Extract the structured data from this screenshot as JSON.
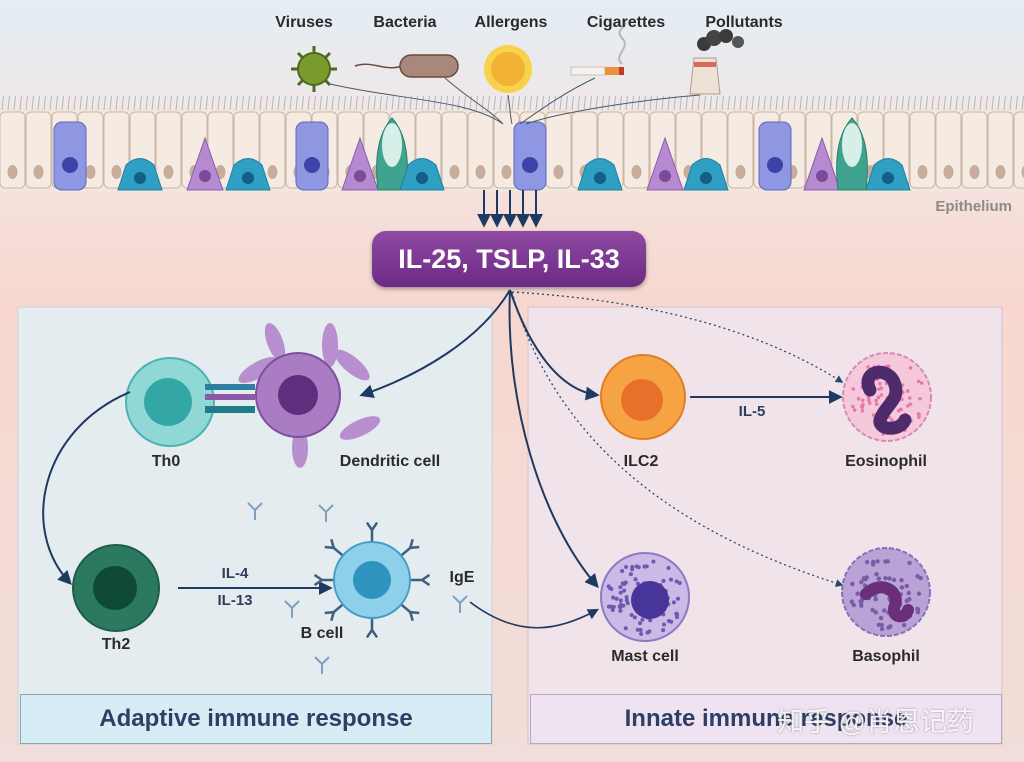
{
  "triggers": [
    "Viruses",
    "Bacteria",
    "Allergens",
    "Cigarettes",
    "Pollutants"
  ],
  "epithelium_label": "Epithelium",
  "cytokines_box": "IL-25, TSLP, IL-33",
  "cells": {
    "th0": "Th0",
    "dendritic": "Dendritic cell",
    "th2": "Th2",
    "b_cell": "B cell",
    "ige": "IgE",
    "ilc2": "ILC2",
    "eosinophil": "Eosinophil",
    "mast": "Mast cell",
    "basophil": "Basophil"
  },
  "cytokines": {
    "il4": "IL-4",
    "il13": "IL-13",
    "il5": "IL-5"
  },
  "panels": {
    "adaptive": "Adaptive immune response",
    "innate": "Innate immune response"
  },
  "watermark": "知乎 @肖恩记药",
  "colors": {
    "cytokine_box": "#7a3592",
    "arrow": "#1f3a60",
    "th0": "#7fd0cf",
    "dendritic": "#9c6bb5",
    "th2": "#1f6b52",
    "b_cell": "#57b6d8",
    "ilc2": "#f09b3a",
    "eosinophil": "#f2b5d2",
    "mast": "#7b68c2",
    "basophil": "#9b7ec4"
  }
}
